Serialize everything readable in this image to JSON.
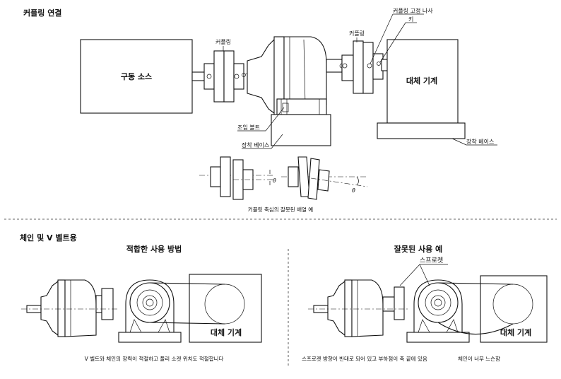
{
  "section_coupling": {
    "title": "커플링 연결",
    "driving_source": "구동 소스",
    "coupling_left": "커플링",
    "coupling_right": "커플링",
    "coupling_fix_screw": "커플링 고정 나사",
    "key": "키",
    "driven_machine": "대체 기계",
    "fastening_bolt": "조임 볼트",
    "mount_base_left": "장착 베이스",
    "mount_base_right": "장착 베이스",
    "misalign_caption": "커플링 축심의 잘못된 배열 예",
    "theta_parallel": "θ",
    "theta_angular": "θ"
  },
  "section_chain": {
    "title": "체인 및 V 벨트용",
    "proper_title": "적합한 사용 방법",
    "improper_title": "잘못된 사용 예",
    "sprocket": "스프로켓",
    "driven_machine_left": "대체 기계",
    "driven_machine_right": "대체 기계",
    "caption_left": "V 벨트와 체인의 장력이 적절하고 풀리 소켓 위치도 적절합니다",
    "caption_right_1": "스프로켓 방향이 반대로 되어 있고 부하점이 축 끝에 있음",
    "caption_right_2": "체인이 너무 느슨함"
  }
}
